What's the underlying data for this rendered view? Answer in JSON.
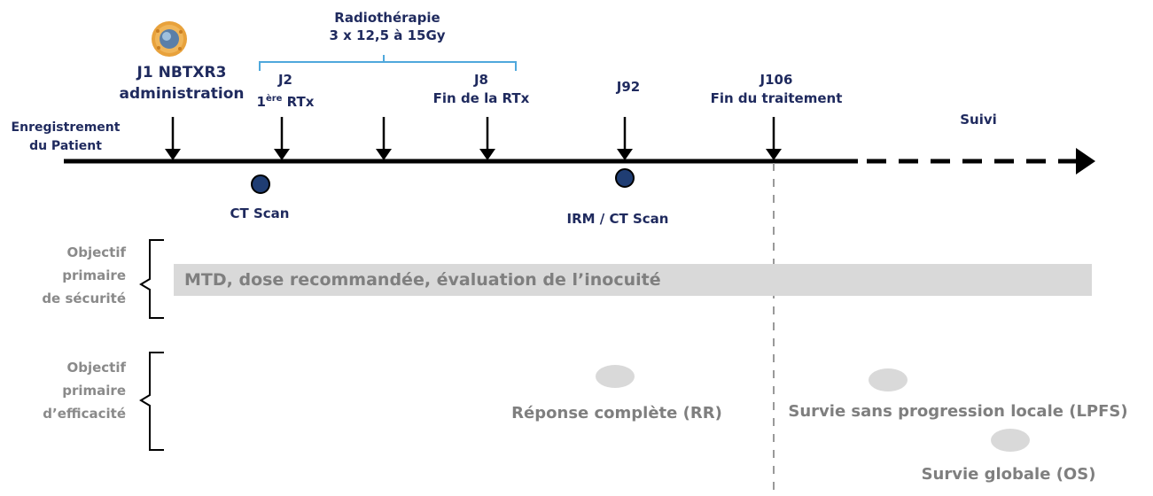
{
  "timeline": {
    "start_label": [
      "Enregistrement",
      "du Patient"
    ],
    "radiotherapy": [
      "Radiothérapie",
      "3 x 12,5 à 15Gy"
    ],
    "j1": [
      "J1 NBTXR3",
      "administration"
    ],
    "j2": [
      "J2",
      "ère",
      "1",
      " RTx"
    ],
    "j8": [
      "J8",
      "Fin de la RTx"
    ],
    "j92": "J92",
    "j106": [
      "J106",
      "Fin du traitement"
    ],
    "suivi": "Suivi",
    "ct_scan": "CT Scan",
    "irm_ct_scan": "IRM / CT Scan"
  },
  "safety": {
    "label": [
      "Objectif",
      "primaire",
      "de sécurité"
    ],
    "bar_text": "MTD, dose recommandée, évaluation de l’inocuité"
  },
  "efficacy": {
    "label": [
      "Objectif",
      "primaire",
      "d’efficacité"
    ],
    "complete_response": "Réponse complète (RR)",
    "lpfs": "Survie sans progression locale (LPFS)",
    "os": "Survie globale (OS)"
  },
  "colors": {
    "navy": "#1f2a5e",
    "grey_text": "#8a8a8a",
    "bar_fill": "#d9d9d9",
    "radio_bracket": "#4fa8dc"
  },
  "icons": [
    "nanoparticle-icon"
  ]
}
